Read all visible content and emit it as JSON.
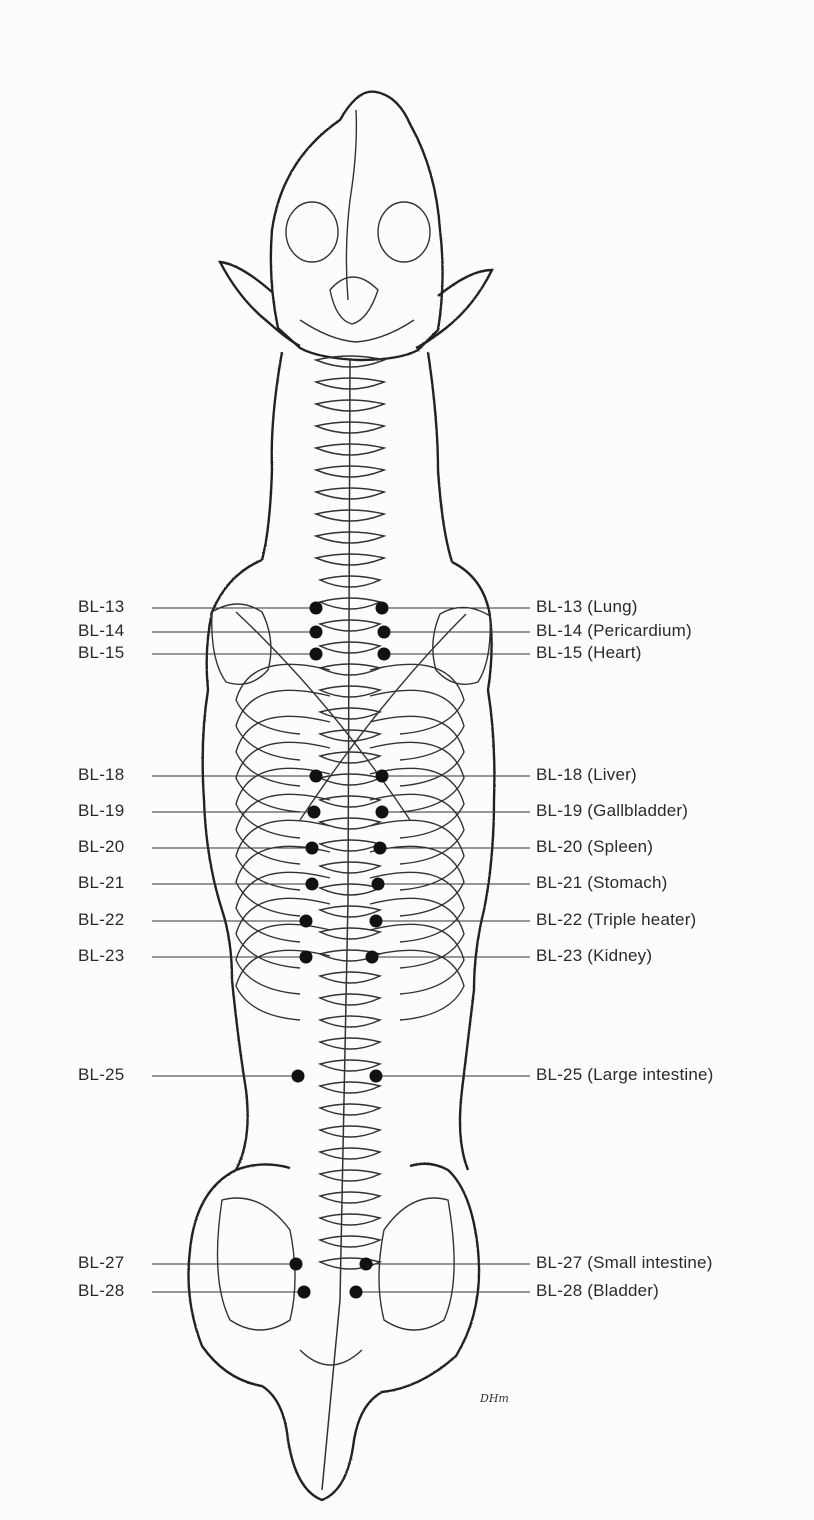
{
  "points": [
    {
      "id": "bl13",
      "left": "BL-13",
      "right": "BL-13 (Lung)"
    },
    {
      "id": "bl14",
      "left": "BL-14",
      "right": "BL-14 (Pericardium)"
    },
    {
      "id": "bl15",
      "left": "BL-15",
      "right": "BL-15 (Heart)"
    },
    {
      "id": "bl18",
      "left": "BL-18",
      "right": "BL-18 (Liver)"
    },
    {
      "id": "bl19",
      "left": "BL-19",
      "right": "BL-19 (Gallbladder)"
    },
    {
      "id": "bl20",
      "left": "BL-20",
      "right": "BL-20 (Spleen)"
    },
    {
      "id": "bl21",
      "left": "BL-21",
      "right": "BL-21 (Stomach)"
    },
    {
      "id": "bl22",
      "left": "BL-22",
      "right": "BL-22 (Triple heater)"
    },
    {
      "id": "bl23",
      "left": "BL-23",
      "right": "BL-23 (Kidney)"
    },
    {
      "id": "bl25",
      "left": "BL-25",
      "right": "BL-25 (Large intestine)"
    },
    {
      "id": "bl27",
      "left": "BL-27",
      "right": "BL-27 (Small intestine)"
    },
    {
      "id": "bl28",
      "left": "BL-28",
      "right": "BL-28 (Bladder)"
    }
  ],
  "signature": "DHm",
  "colors": {
    "ink": "#2a2a2a",
    "paper": "#fcfcfc",
    "dot": "#111111"
  }
}
